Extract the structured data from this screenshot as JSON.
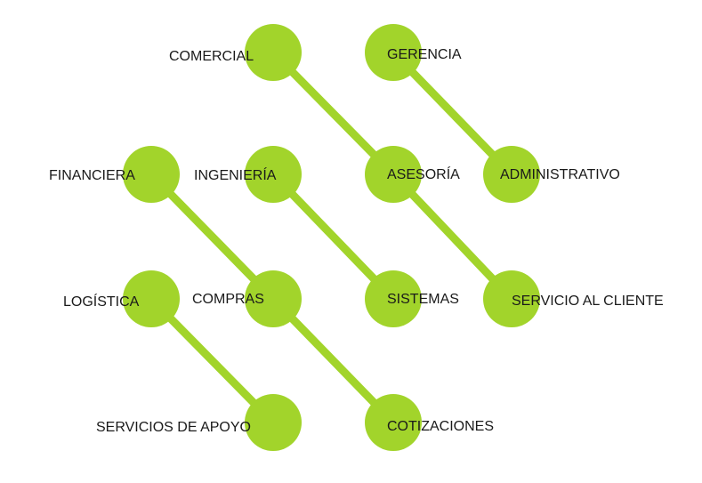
{
  "colors": {
    "node": "#a2d42b",
    "connector": "#a2d42b",
    "text": "#1a1a1a",
    "background": "#ffffff"
  },
  "nodes": [
    {
      "id": "comercial",
      "label": "COMERCIAL"
    },
    {
      "id": "gerencia",
      "label": "GERENCIA"
    },
    {
      "id": "financiera",
      "label": "FINANCIERA"
    },
    {
      "id": "ingenieria",
      "label": "INGENIERÍA"
    },
    {
      "id": "asesoria",
      "label": "ASESORÍA"
    },
    {
      "id": "administrativo",
      "label": "ADMINISTRATIVO"
    },
    {
      "id": "logistica",
      "label": "LOGÍSTICA"
    },
    {
      "id": "compras",
      "label": "COMPRAS"
    },
    {
      "id": "sistemas",
      "label": "SISTEMAS"
    },
    {
      "id": "servicio-al-cliente",
      "label": "SERVICIO AL CLIENTE"
    },
    {
      "id": "servicios-de-apoyo",
      "label": "SERVICIOS DE APOYO"
    },
    {
      "id": "cotizaciones",
      "label": "COTIZACIONES"
    }
  ],
  "connections": [
    {
      "from": "comercial",
      "to": "asesoria"
    },
    {
      "from": "asesoria",
      "to": "servicio-al-cliente"
    },
    {
      "from": "gerencia",
      "to": "administrativo"
    },
    {
      "from": "financiera",
      "to": "compras"
    },
    {
      "from": "compras",
      "to": "cotizaciones"
    },
    {
      "from": "ingenieria",
      "to": "sistemas"
    },
    {
      "from": "logistica",
      "to": "servicios-de-apoyo"
    }
  ]
}
